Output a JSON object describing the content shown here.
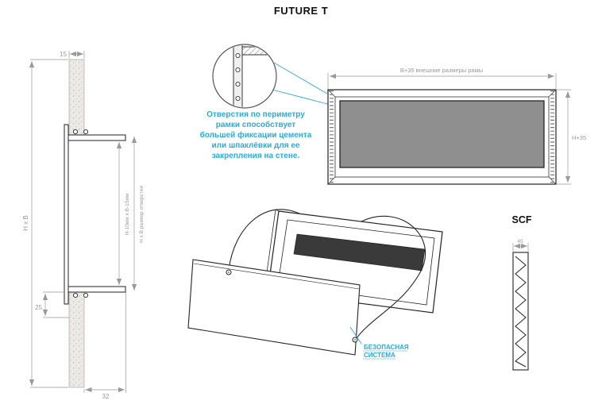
{
  "title": "FUTURE T",
  "note": {
    "lines": [
      "Отверстия по периметру",
      "рамки способствует",
      "большей фиксации цемента",
      "или шпаклёвки  для ее",
      "закрепления на стене."
    ],
    "color": "#29abe2"
  },
  "section_view": {
    "dim_wall_thickness": "15",
    "dim_overall": "H x B",
    "dim_bottom_offset": "25",
    "dim_depth": "32",
    "dim_inner_size": "H-10мм x B-15мм",
    "dim_opening_size": "H x B размер отверстия"
  },
  "front_view": {
    "dim_width": "B+35 внешние размеры рамы",
    "dim_height": "H+35"
  },
  "iso_view": {
    "safety_label_line1": "БЕЗОПАСНАЯ",
    "safety_label_line2": "СИСТЕМА"
  },
  "scf_view": {
    "label": "SCF",
    "dim_depth": "45"
  },
  "colors": {
    "accent": "#29abe2",
    "dimension": "#999999",
    "line": "#222222",
    "panel_gray": "#8f8f8f"
  }
}
